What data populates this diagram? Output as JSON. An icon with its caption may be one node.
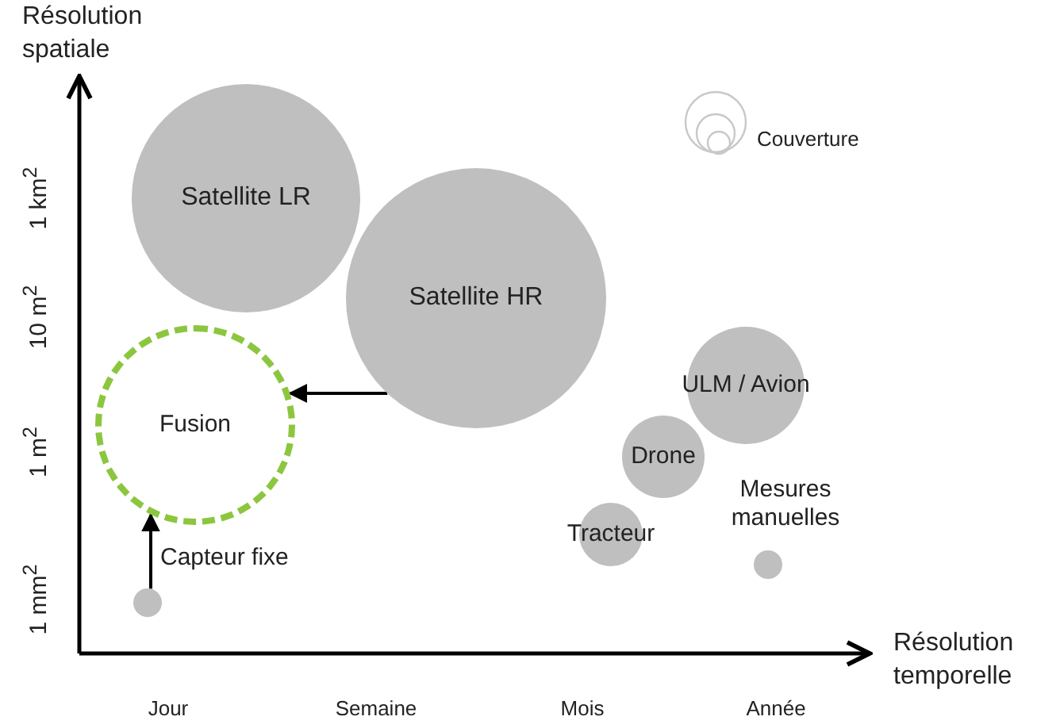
{
  "diagram": {
    "nodes": [
      {
        "text": [
          "Satellite LR"
        ]
      },
      {
        "text": [
          "Satellite HR"
        ]
      },
      {
        "text": [
          "Fusion"
        ]
      },
      {
        "text": [
          "ULM / Avion"
        ]
      },
      {
        "text": [
          "Drone"
        ]
      },
      {
        "text": [],
        "shape": "circle",
        "beside": [
          "Mesures manuelles"
        ]
      },
      {
        "text": [
          "Tracteur"
        ]
      },
      {
        "text": [],
        "shape": "circle",
        "beside": [
          "Capteur fixe"
        ]
      }
    ],
    "edges": [
      {
        "from": 1,
        "to": 2,
        "arrow": "to"
      },
      {
        "from": 7,
        "to": 2,
        "arrow": "to"
      }
    ],
    "labels": [
      "Résolution spatiale",
      "1 km$^{2}$",
      "10 m$^{2}$",
      "1 m$^{2}$",
      "1 mm$^{2}$",
      "Résolution temporelle",
      "Jour",
      "Semaine",
      "Mois",
      "Année"
    ],
    "legend": [
      {
        "text": "Couverture"
      }
    ]
  }
}
